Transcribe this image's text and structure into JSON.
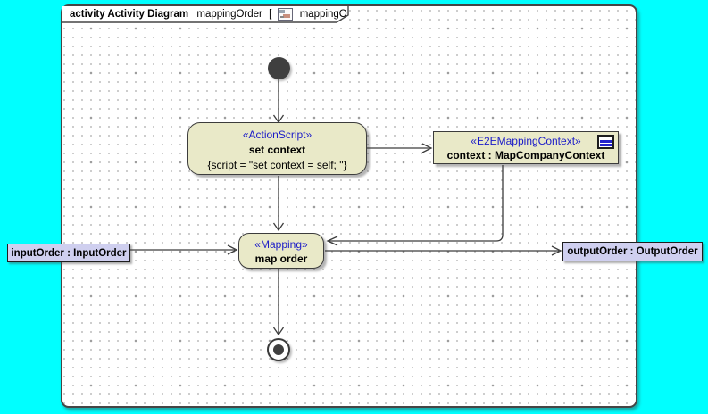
{
  "frame": {
    "kind_and_type": "activity Activity Diagram",
    "diagram_name": "mappingOrder",
    "bracket_open": "[",
    "context_name": "mappingOrder",
    "bracket_close": "]"
  },
  "nodes": {
    "set_context": {
      "stereotype": "«ActionScript»",
      "name": "set context",
      "script": "{script = \"set context = self; \"}"
    },
    "context_object": {
      "stereotype": "«E2EMappingContext»",
      "name": "context : MapCompanyContext"
    },
    "map_order": {
      "stereotype": "«Mapping»",
      "name": "map order"
    },
    "input_parameter": {
      "label": "inputOrder : InputOrder"
    },
    "output_parameter": {
      "label": "outputOrder : OutputOrder"
    }
  },
  "icons": {
    "frame_title_icon": "activity-diagram-icon",
    "context_object_icon": "object-notation-icon"
  },
  "colors": {
    "canvas_background": "#00ffff",
    "frame_background": "#ffffff",
    "node_fill": "#e9e9c8",
    "parameter_fill": "#cfcfef",
    "stereotype_text": "#1b1bc8",
    "edge_stroke": "#3c3c3c"
  },
  "flows": [
    {
      "from": "initial-node",
      "to": "set context"
    },
    {
      "from": "set context",
      "to": "context : MapCompanyContext"
    },
    {
      "from": "set context",
      "to": "map order"
    },
    {
      "from": "context : MapCompanyContext",
      "to": "map order"
    },
    {
      "from": "inputOrder : InputOrder",
      "to": "map order"
    },
    {
      "from": "map order",
      "to": "outputOrder : OutputOrder"
    },
    {
      "from": "map order",
      "to": "final-node"
    }
  ]
}
